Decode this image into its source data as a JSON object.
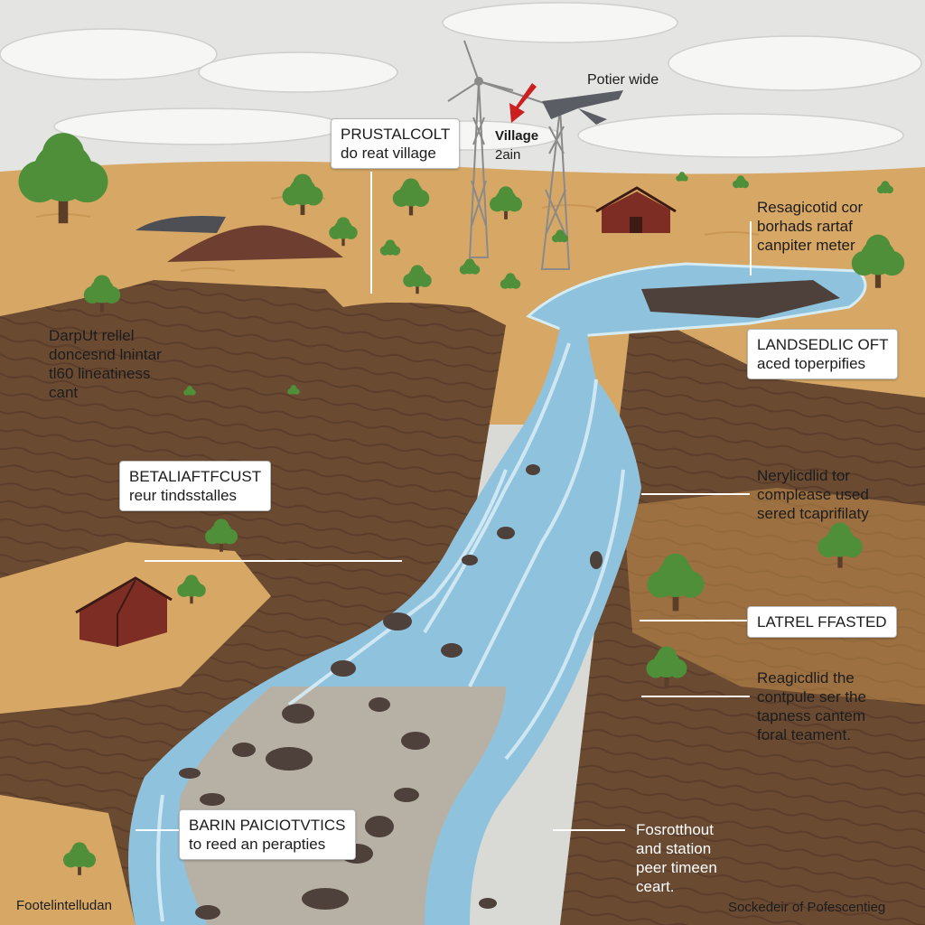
{
  "labels": {
    "prustalcolt": [
      "PRUSTALCOLT",
      "do reat village"
    ],
    "potier": [
      "Potier wide"
    ],
    "village": [
      "Village",
      "2ain"
    ],
    "resagicotid": [
      "Resagicotid cor",
      "borhads rartaf",
      "canpiter meter"
    ],
    "darput": [
      "DarpUt rellel",
      "doncesnd lnintar",
      "tl60 lineatiness",
      "cant"
    ],
    "landsedlic": [
      "LANDSEDLIC OFT",
      "aced toperpifies"
    ],
    "betaliaftfcust": [
      "BETALIAFTFCUST",
      "reur tindsstalles"
    ],
    "nerylicdlid": [
      "Nerylicdlid tor",
      "complease used",
      "sered tcaprifilaty"
    ],
    "latrel": [
      "LATREL FFASTED"
    ],
    "reagicdlid": [
      "Reagicdlid the",
      "contpule ser the",
      "tapness cantem",
      "foral teament."
    ],
    "barin": [
      "BARIN PAICIOTVTICS",
      "to reed an perapties"
    ],
    "fosrotthout": [
      "Fosrotthout",
      "and station",
      "peer timeen",
      "ceart."
    ],
    "footer_left": [
      "Footelintelludan"
    ],
    "footer_right": [
      "Sockedeir of Pofescentieg"
    ]
  },
  "colors": {
    "sky": "#e4e4e2",
    "cloud": "#f6f6f5",
    "sand": "#d7a865",
    "sand_dark": "#c58f4c",
    "earth": "#6b4a32",
    "earth_dark": "#4c3322",
    "water": "#8fc3dd",
    "water_light": "#d6ecf5",
    "silt": "#b7b0a4",
    "rock": "#4e403a",
    "tree": "#4f8f3a",
    "trunk": "#5a3e28",
    "barn": "#7d2d23",
    "pointer_arrow": "#cc1f1f"
  },
  "icons": [
    "wind-turbine-icon",
    "drone-icon",
    "red-arrow-icon",
    "barn-icon",
    "tree-icon",
    "rock-icon",
    "debris-pile-icon"
  ]
}
